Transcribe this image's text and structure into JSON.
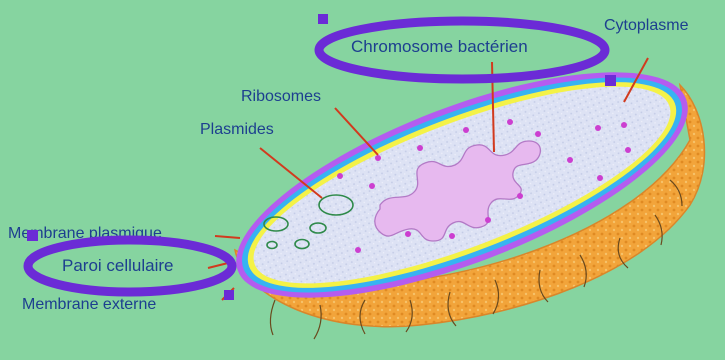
{
  "colors": {
    "background": "#86d4a0",
    "label_text": "#1d3f8f",
    "leader_line": "#d23a1e",
    "highlight_ellipse": "#6b2bd6",
    "marker": "#6b2bd6",
    "capsule": "#f2a43a",
    "outer_membrane": "#b45cf0",
    "cell_wall": "#37b3f2",
    "plasma_membrane": "#f4f247",
    "cytoplasm": "#dde2f4",
    "chromosome": "#e7b9ef",
    "ribosome": "#cc3fd0",
    "plasmid": "#2f8a4a"
  },
  "labels": {
    "chromosome": "Chromosome bactérien",
    "cytoplasm": "Cytoplasme",
    "ribosomes": "Ribosomes",
    "plasmids": "Plasmides",
    "plasma_membrane": "Membrane plasmique",
    "cell_wall": "Paroi cellulaire",
    "outer_membrane": "Membrane externe"
  }
}
